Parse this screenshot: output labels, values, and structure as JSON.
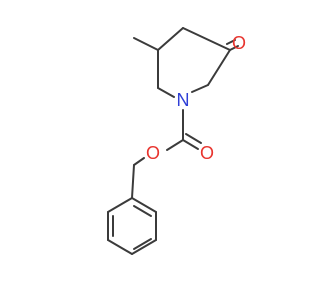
{
  "molecule": {
    "atoms": {
      "carbonyl_oxygen": "O",
      "ring_nitrogen": "N",
      "ester_oxygen": "O",
      "carbamate_oxygen": "O"
    }
  },
  "colors": {
    "bond": "#3b3b3b",
    "oxygen": "#e8342e",
    "nitrogen": "#2f3fd6",
    "background": "#ffffff"
  }
}
